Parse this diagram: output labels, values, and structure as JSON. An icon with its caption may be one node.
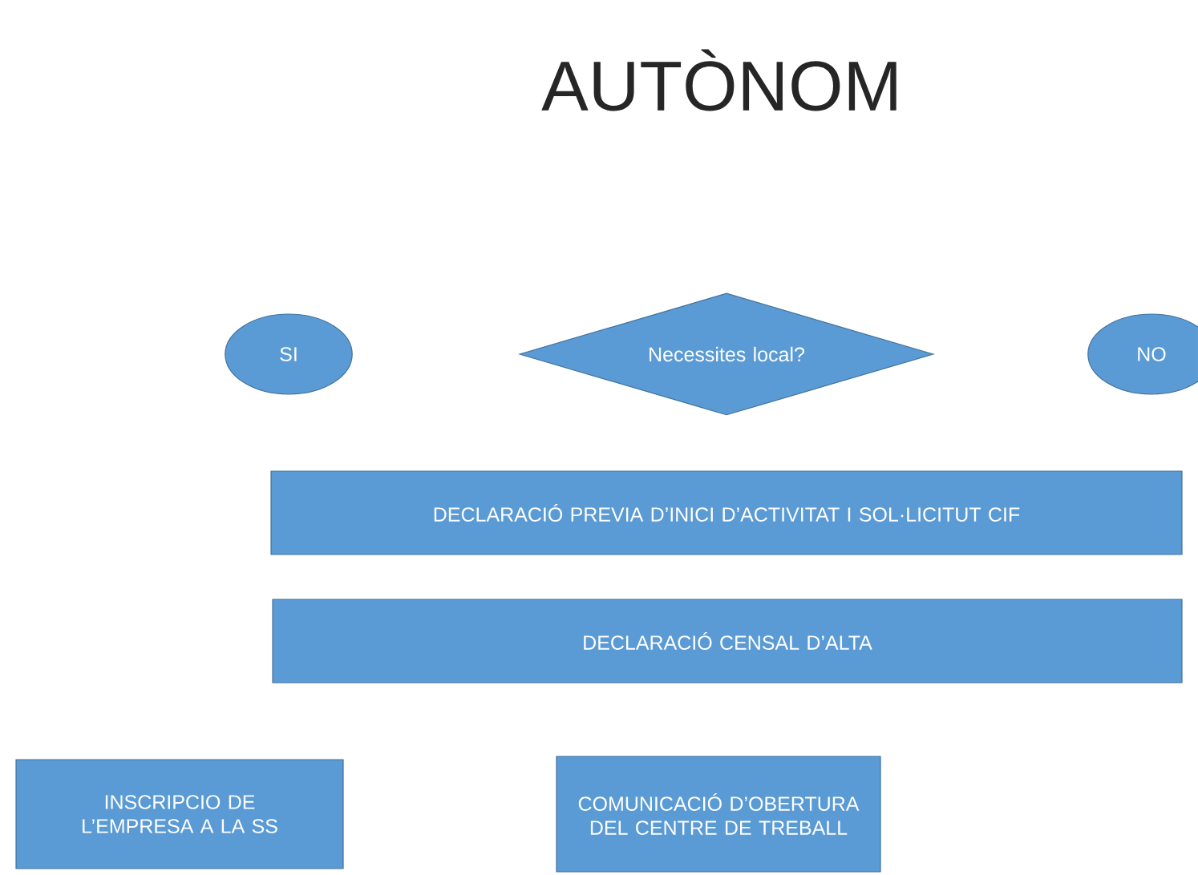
{
  "diagram": {
    "title": "AUTÒNOM",
    "nodes": [
      {
        "text": [
          "SI"
        ]
      },
      {
        "text": [
          "Necessites local?"
        ]
      },
      {
        "text": [
          "NO"
        ]
      },
      {
        "text": [
          "DECLARACIÓ PREVIA D’INICI D’ACTIVITAT I SOL·LICITUT CIF"
        ]
      },
      {
        "text": [
          "DECLARACIÓ CENSAL D’ALTA"
        ]
      },
      {
        "text": [
          "INSCRIPCIO DE L’EMPRESA A LA SS"
        ]
      },
      {
        "text": [
          "COMUNICACIÓ D’OBERTURA DEL CENTRE DE TREBALL"
        ]
      }
    ],
    "edges": []
  }
}
